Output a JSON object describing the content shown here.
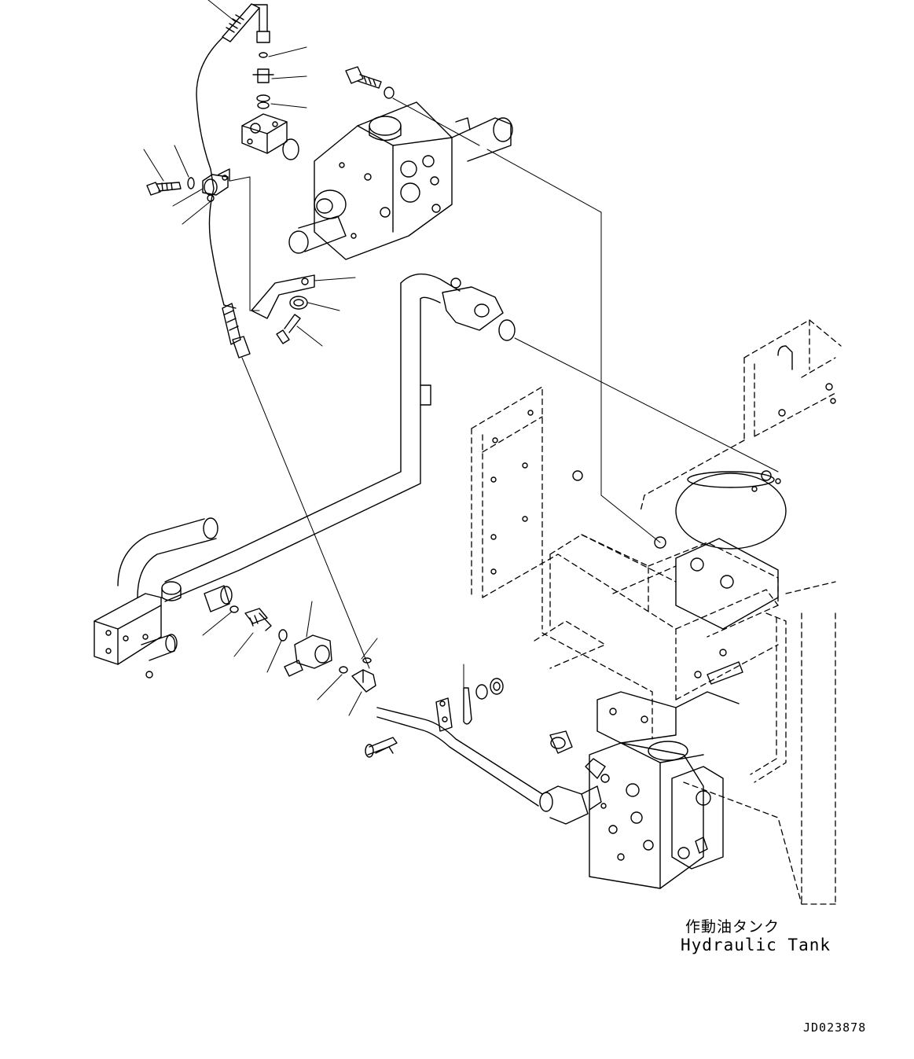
{
  "labels": {
    "tank_jp": "作動油タンク",
    "tank_en": "Hydraulic Tank",
    "drawing_code": "JD023878"
  }
}
